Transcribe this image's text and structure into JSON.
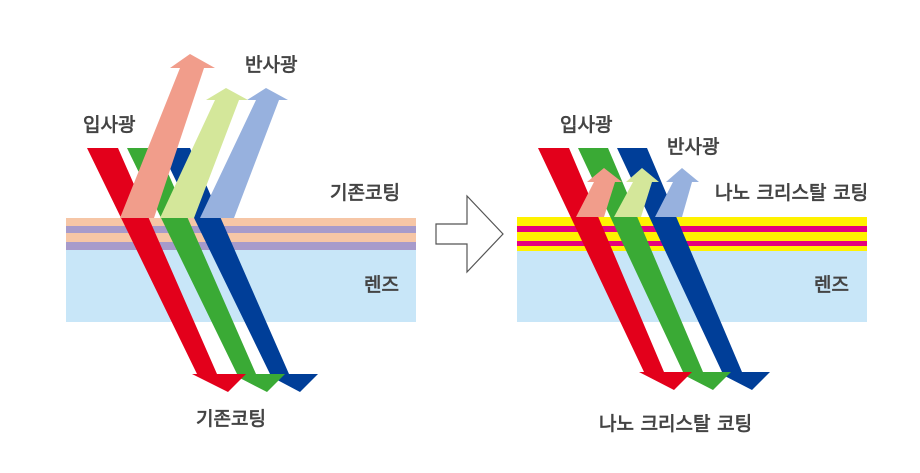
{
  "left_diagram": {
    "incident_label": "입사광",
    "reflected_label": "반사광",
    "coating_label": "기존코팅",
    "lens_label": "렌즈",
    "bottom_caption": "기존코팅"
  },
  "right_diagram": {
    "incident_label": "입사광",
    "reflected_label": "반사광",
    "coating_label": "나노 크리스탈 코팅",
    "lens_label": "렌즈",
    "bottom_caption": "나노 크리스탈 코팅"
  },
  "colors": {
    "lens": "#c8e6f8",
    "red": "#e3001b",
    "green": "#3aaa35",
    "blue": "#003e98",
    "reflect_red": "#f19d8b",
    "reflect_green": "#d4e79a",
    "reflect_blue": "#97b1de",
    "old_coat_orange": "#f6c6a6",
    "old_coat_purple": "#a79bcb",
    "nano_yellow": "#fff200",
    "nano_magenta": "#e4007f"
  }
}
